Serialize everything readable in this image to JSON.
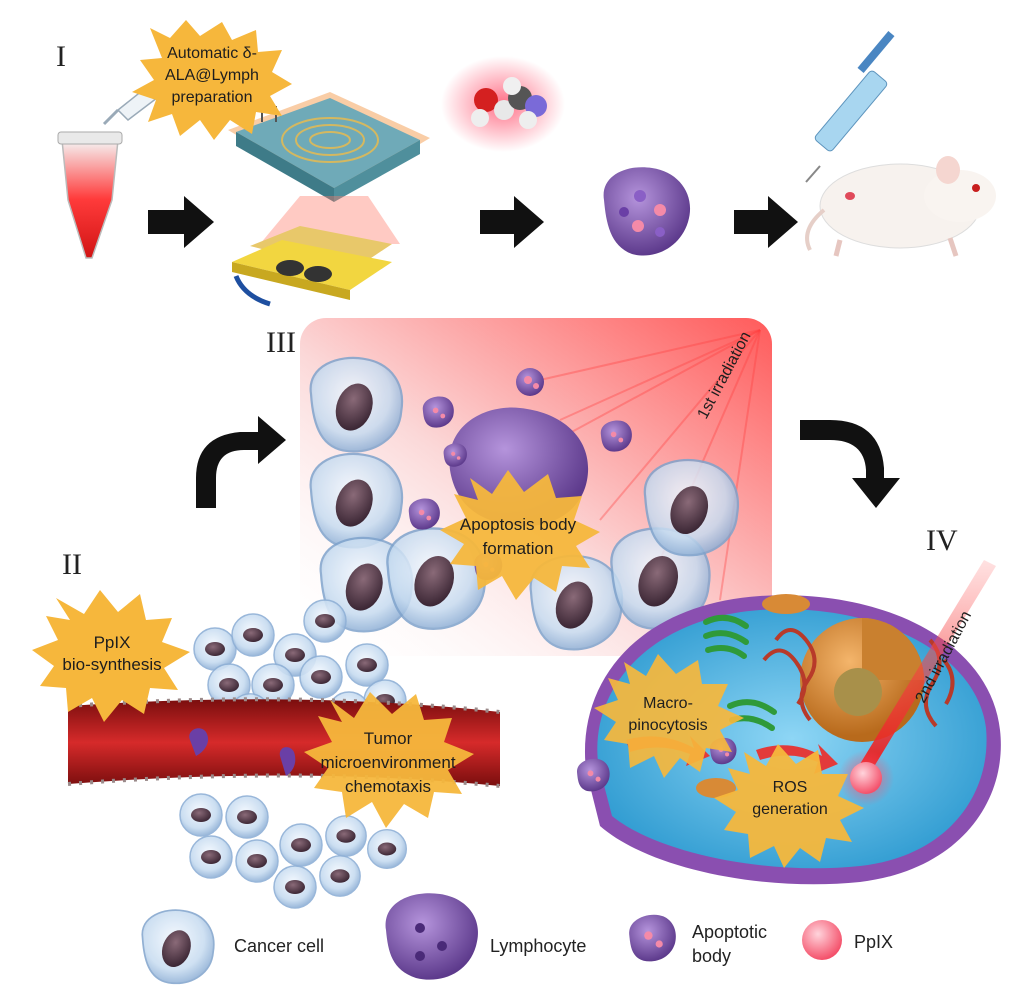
{
  "panels": {
    "p1": "I",
    "p2": "II",
    "p3": "III",
    "p4": "IV"
  },
  "labels": {
    "automatic_line1": "Automatic δ-",
    "automatic_line2": "ALA@Lymph",
    "automatic_line3": "preparation",
    "ppix_line1": "PpIX",
    "ppix_line2": "bio-synthesis",
    "tumor_line1": "Tumor",
    "tumor_line2": "microenvironment",
    "tumor_line3": "chemotaxis",
    "apoptosis_line1": "Apoptosis body",
    "apoptosis_line2": "formation",
    "first_irradiation": "1st irradiation",
    "second_irradiation": "2nd irradiation",
    "macro_line1": "Macro-",
    "macro_line2": "pinocytosis",
    "ros_line1": "ROS",
    "ros_line2": "generation"
  },
  "legend": {
    "cancer_cell": "Cancer cell",
    "lymphocyte": "Lymphocyte",
    "apoptotic_line1": "Apoptotic",
    "apoptotic_line2": "body",
    "ppix": "PpIX"
  },
  "colors": {
    "starburst": "#f6b73c",
    "lymphocyte": "#7b4fb0",
    "ppix": "#ff5a6e",
    "cancer_cell": "#bcd4ec",
    "vessel": "#b81c1c",
    "irradiation": "#e8242c",
    "cytoplasm": "#4fb8e6"
  }
}
